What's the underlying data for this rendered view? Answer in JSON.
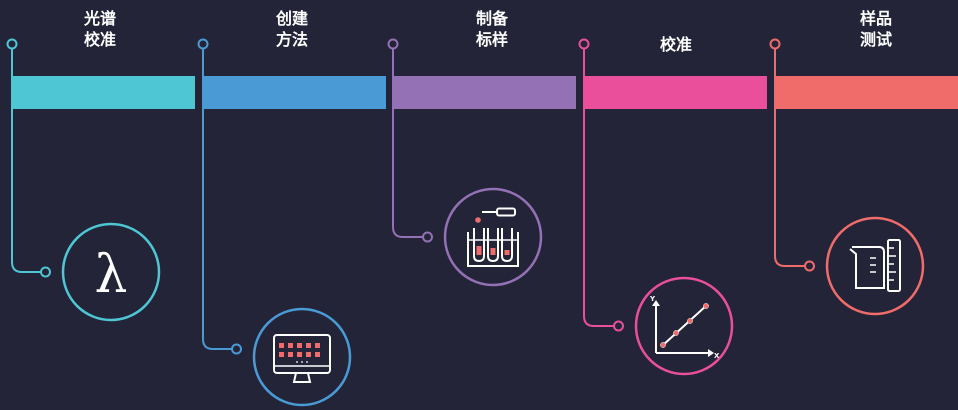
{
  "steps": [
    {
      "label": "光谱\n校准",
      "color": "#4ec6d3",
      "icon": "lambda-icon",
      "glyph": "λ"
    },
    {
      "label": "创建\n方法",
      "color": "#4a9ad6",
      "icon": "monitor-icon"
    },
    {
      "label": "制备\n标样",
      "color": "#9470b4",
      "icon": "test-tubes-icon"
    },
    {
      "label": "校准",
      "color": "#ea4f9c",
      "icon": "calibration-chart-icon",
      "axis_x": "X",
      "axis_y": "Y"
    },
    {
      "label": "样品\n测试",
      "color": "#f06c6b",
      "icon": "beaker-icon"
    }
  ],
  "background": "#232438"
}
